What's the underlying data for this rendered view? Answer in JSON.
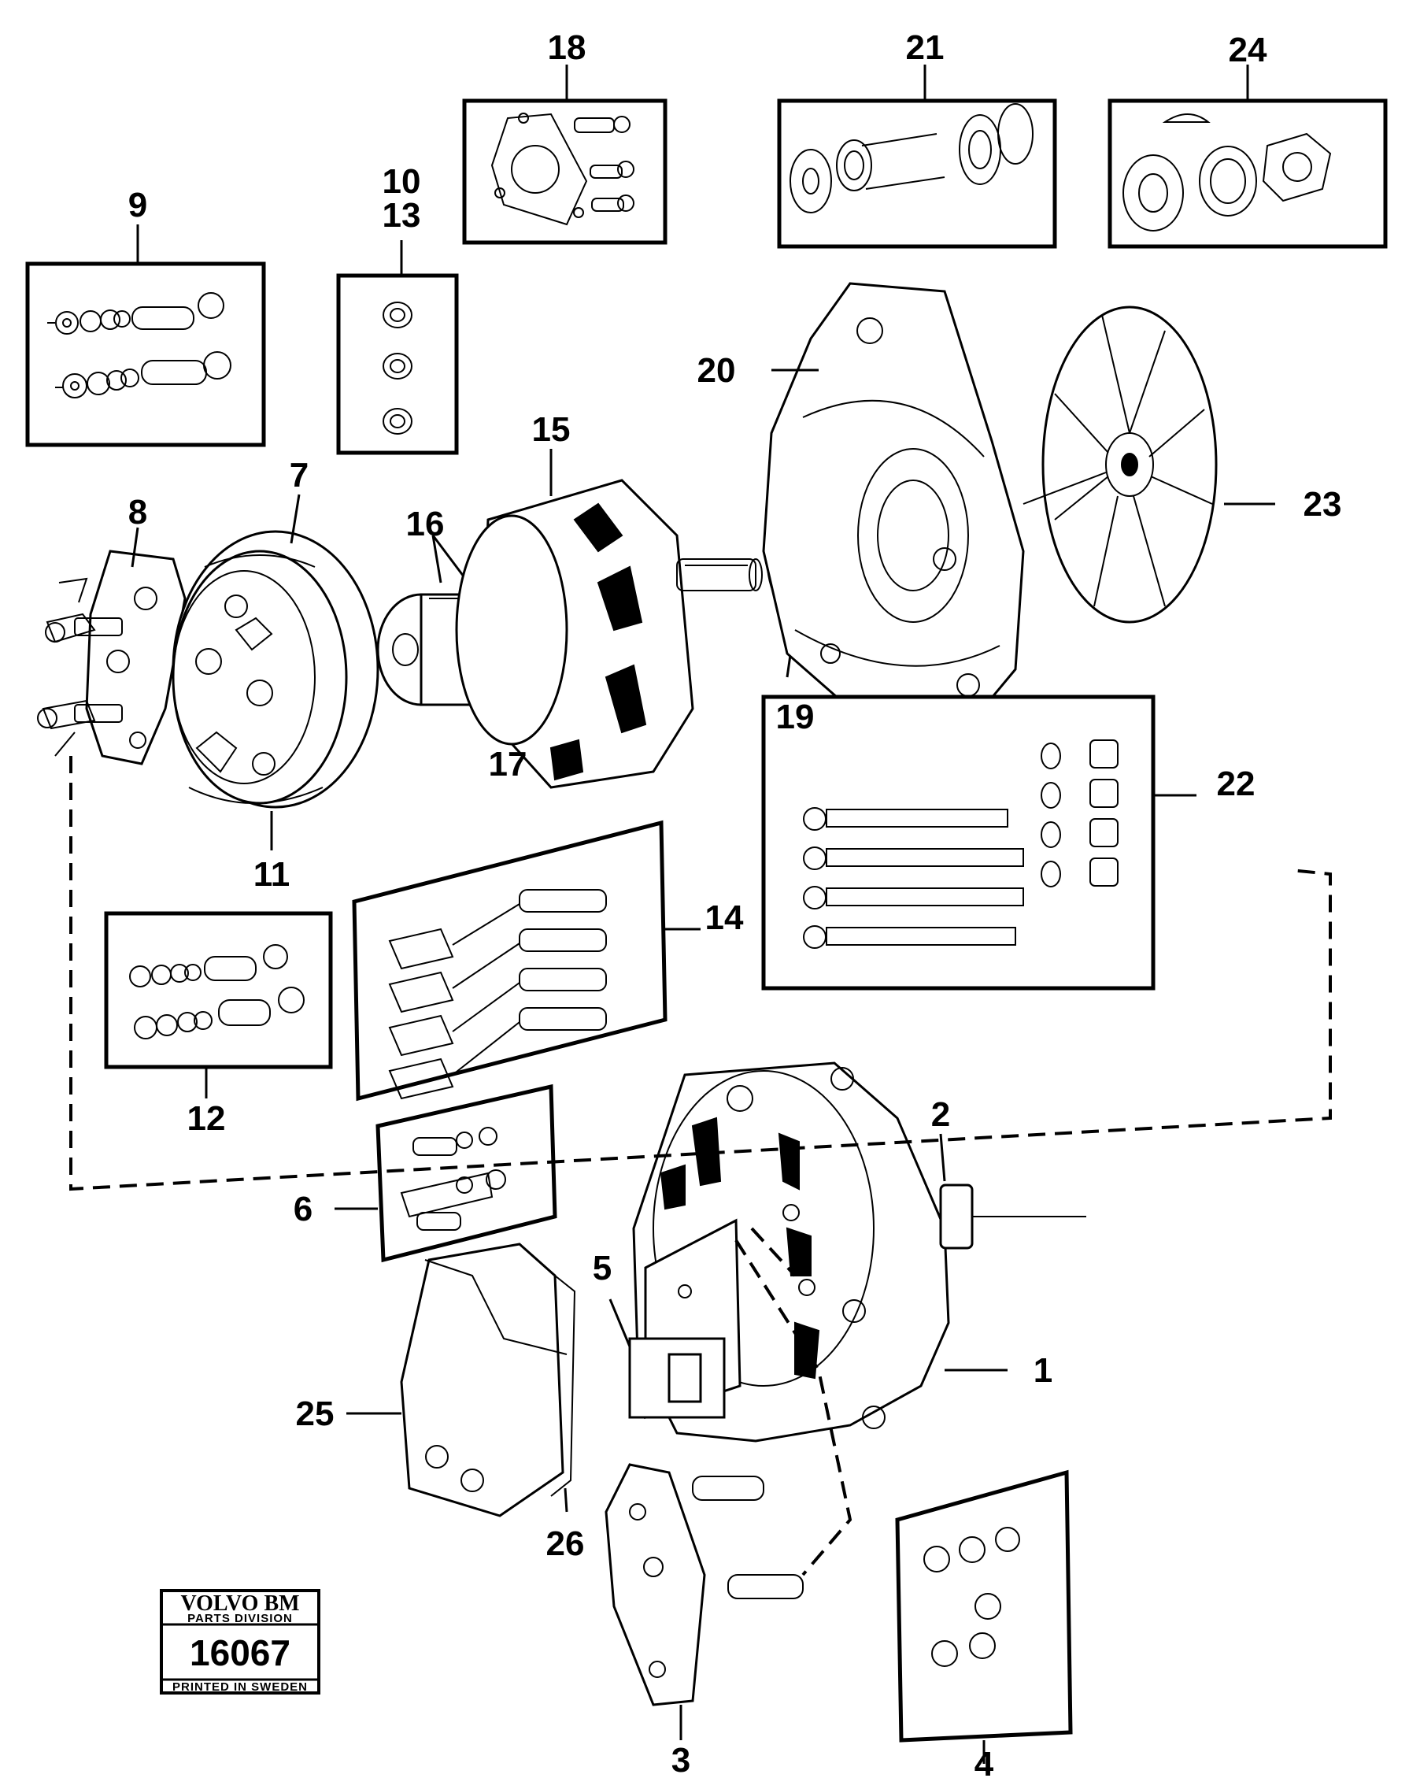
{
  "diagram": {
    "part_numbers": {
      "p1": "1",
      "p2": "2",
      "p3": "3",
      "p4": "4",
      "p5": "5",
      "p6": "6",
      "p7": "7",
      "p8": "8",
      "p9": "9",
      "p10": "10",
      "p11": "11",
      "p12": "12",
      "p13": "13",
      "p14": "14",
      "p15": "15",
      "p16": "16",
      "p17": "17",
      "p18": "18",
      "p19": "19",
      "p20": "20",
      "p21": "21",
      "p22": "22",
      "p23": "23",
      "p24": "24",
      "p25": "25",
      "p26": "26"
    },
    "stamp": {
      "brand": "VOLVO BM",
      "division": "PARTS DIVISION",
      "number": "16067",
      "footer": "PRINTED IN SWEDEN"
    }
  }
}
